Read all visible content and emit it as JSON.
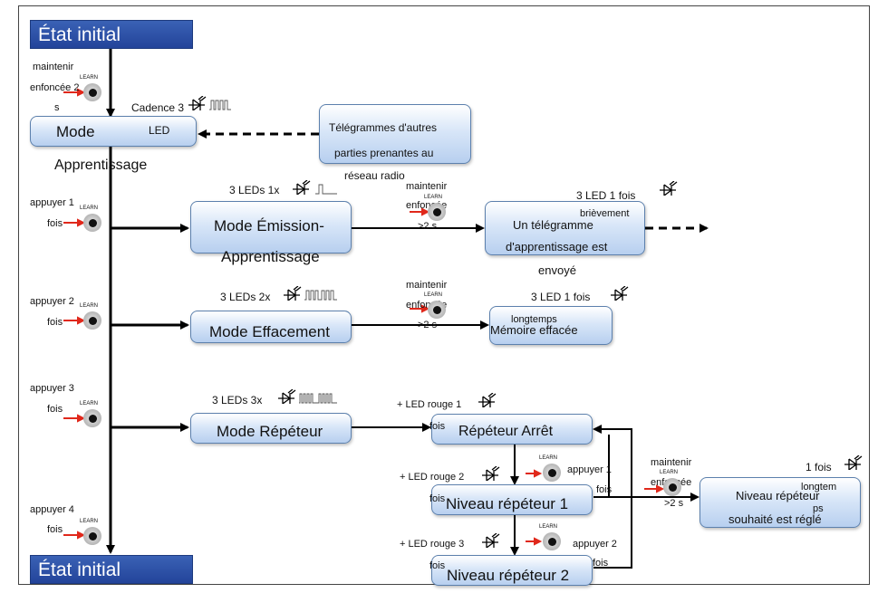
{
  "states": {
    "start": "État initial",
    "end": "État initial"
  },
  "learn_button": "LEARN",
  "entry": {
    "hold_2s_line1": "maintenir",
    "hold_2s_line2": "enfoncée 2",
    "hold_2s_line3": "s",
    "led_cadence": "Cadence 3"
  },
  "mode_apprentissage": {
    "title": "Mode",
    "title2": "Apprentissage",
    "led": "LED"
  },
  "telegrams_box": {
    "line1": "Télégrammes d'autres",
    "line2": "parties prenantes au",
    "line3": "réseau radio"
  },
  "press1": {
    "line1": "appuyer 1",
    "line2": "fois"
  },
  "press2": {
    "line1": "appuyer 2",
    "line2": "fois"
  },
  "press3": {
    "line1": "appuyer 3",
    "line2": "fois"
  },
  "press4": {
    "line1": "appuyer 4",
    "line2": "fois"
  },
  "emission": {
    "led_label": "3 LEDs  1x",
    "title1": "Mode Émission-",
    "title2": "Apprentissage",
    "hold_line1": "maintenir",
    "hold_line2": "enfoncée",
    "hold_line3": ">2 s",
    "result_led": "3 LED 1 fois",
    "result_led2": "brièvement",
    "result1": "Un télégramme",
    "result2": "d'apprentissage est",
    "result3": "envoyé"
  },
  "effacement": {
    "led_label": "3 LEDs  2x",
    "title": "Mode Effacement",
    "hold_line1": "maintenir",
    "hold_line2": "enfoncée",
    "hold_line3": ">2 s",
    "result_led": "3 LED 1 fois",
    "result_led2": "longtemps",
    "result": "Mémoire effacée"
  },
  "repeteur": {
    "led_label": "3 LEDs  3x",
    "title": "Mode Répéteur",
    "off_led": "+ LED rouge 1",
    "off_led2": "fois",
    "off_title": "Répéteur Arrêt",
    "lvl1_led": "+ LED rouge 2",
    "lvl1_led2": "fois",
    "lvl1_title": "Niveau répéteur 1",
    "lvl1_press1": "appuyer 1",
    "lvl1_press2": "fois",
    "lvl2_led": "+ LED rouge 3",
    "lvl2_led2": "fois",
    "lvl2_title": "Niveau répéteur 2",
    "lvl2_press1": "appuyer 2",
    "lvl2_press2": "fois",
    "hold_line1": "maintenir",
    "hold_line2": "enfoncée",
    "hold_line3": ">2 s",
    "result_led": "1 fois",
    "result_led2": "longtem",
    "result_led3": "ps",
    "result1": "Niveau répéteur",
    "result2": "souhaité est réglé"
  }
}
